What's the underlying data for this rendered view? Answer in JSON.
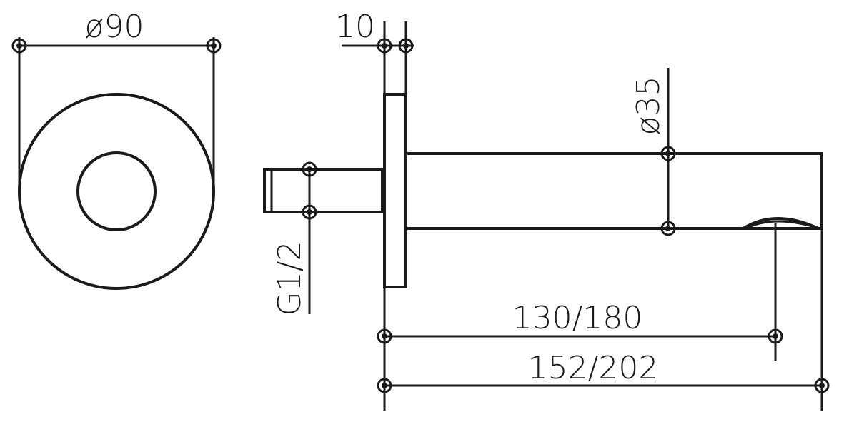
{
  "dimensions": {
    "flange_diameter": "ø90",
    "flange_thickness": "10",
    "spout_diameter": "ø35",
    "thread": "G1/2",
    "outlet_distance": "130/180",
    "total_length": "152/202"
  },
  "colors": {
    "line": "#1a1a1a",
    "background": "#ffffff"
  }
}
